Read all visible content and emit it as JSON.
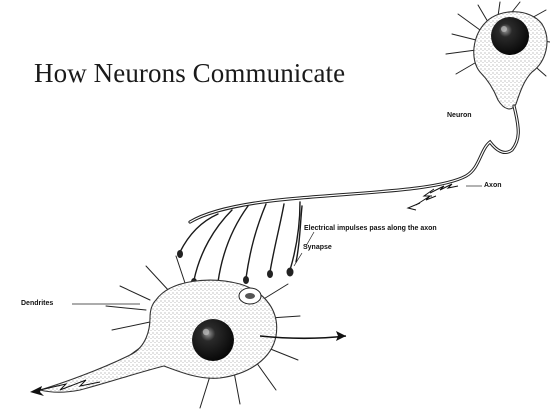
{
  "slide": {
    "title": "How Neurons Communicate"
  },
  "labels": {
    "neuron": "Neuron",
    "axon": "Axon",
    "impulse": "Electrical impulses pass along the axon",
    "synapse": "Synapse",
    "dendrites": "Dendrites"
  },
  "colors": {
    "background": "#ffffff",
    "ink": "#111111",
    "nucleus": "#0d0d0d"
  }
}
